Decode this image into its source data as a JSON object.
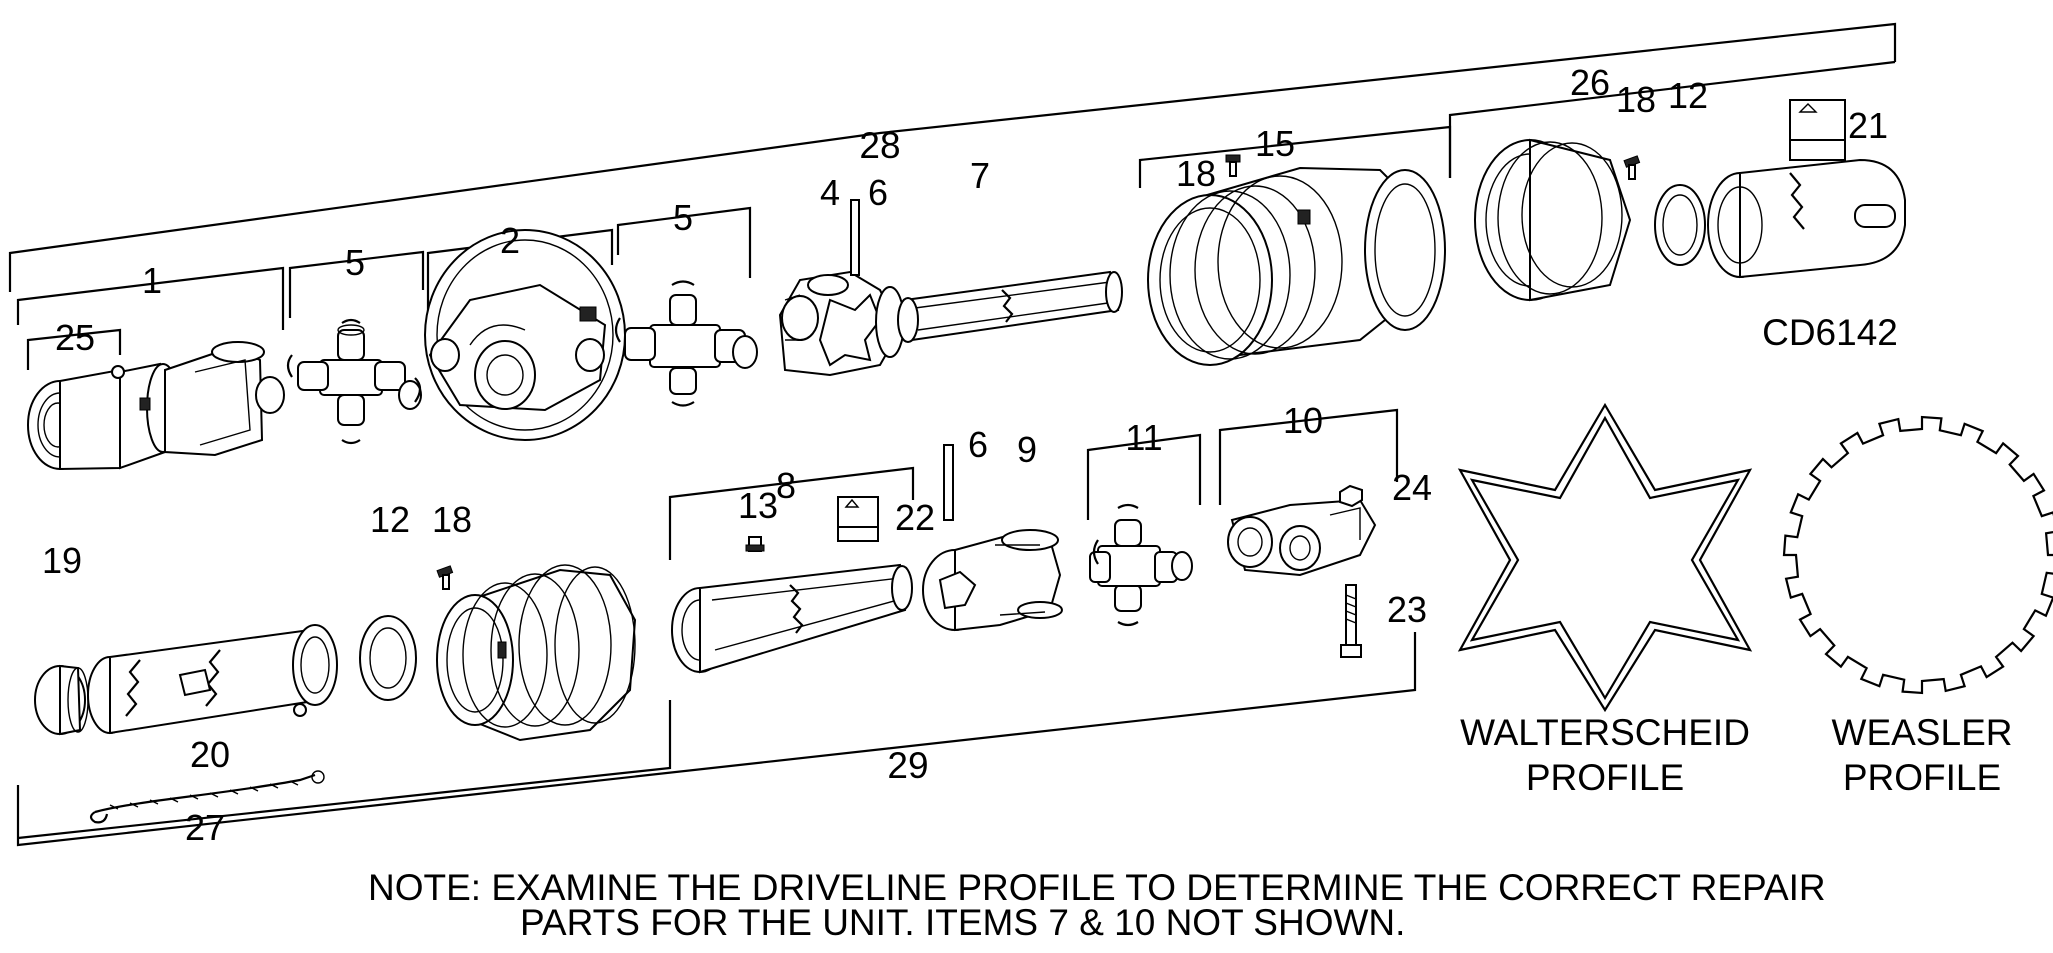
{
  "diagram_code": "CD6142",
  "callouts": {
    "c1": "1",
    "c2": "2",
    "c4": "4",
    "c5a": "5",
    "c5b": "5",
    "c6a": "6",
    "c6b": "6",
    "c7": "7",
    "c8": "8",
    "c9": "9",
    "c10": "10",
    "c11": "11",
    "c12a": "12",
    "c12b": "12",
    "c13": "13",
    "c15": "15",
    "c18a": "18",
    "c18b": "18",
    "c18c": "18",
    "c19": "19",
    "c20": "20",
    "c21": "21",
    "c22": "22",
    "c23": "23",
    "c24": "24",
    "c25": "25",
    "c26": "26",
    "c27": "27",
    "c28": "28",
    "c29": "29"
  },
  "profiles": {
    "walterscheid": {
      "line1": "WALTERSCHEID",
      "line2": "PROFILE"
    },
    "weasler": {
      "line1": "WEASLER",
      "line2": "PROFILE"
    }
  },
  "note": {
    "line1": "NOTE: EXAMINE THE DRIVELINE PROFILE TO DETERMINE THE CORRECT REPAIR",
    "line2": "PARTS FOR THE UNIT. ITEMS 7 & 10 NOT SHOWN."
  }
}
